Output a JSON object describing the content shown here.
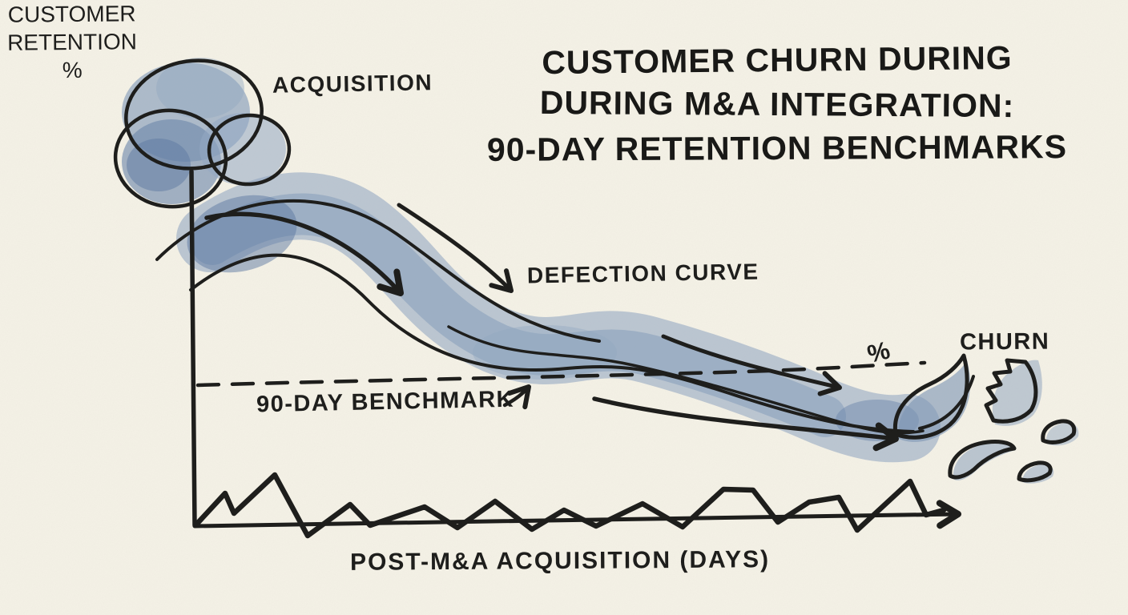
{
  "palette": {
    "background": "#f4f1e6",
    "ink": "#1e1e1c",
    "watercolor_mid": "#8298b7",
    "watercolor_dark": "#5d7aa2",
    "watercolor_light": "#aebfd2"
  },
  "title": {
    "lines": [
      "CUSTOMER CHURN DURING",
      "DURING M&A INTEGRATION:",
      "90-DAY RETENTION BENCHMARKS"
    ]
  },
  "cloud": {
    "label": "ACQUISITION"
  },
  "y_axis": {
    "label_lines": [
      "CUSTOMER",
      "RETENTION",
      "%"
    ]
  },
  "x_axis": {
    "label": "POST-M&A ACQUISITION (DAYS)"
  },
  "curve": {
    "label": "DEFECTION CURVE"
  },
  "benchmark": {
    "label": "90-DAY BENCHMARK",
    "percent_marker": "%"
  },
  "churn": {
    "label": "CHURN"
  },
  "chart_data": {
    "type": "line",
    "title": "CUSTOMER CHURN DURING DURING M&A INTEGRATION: 90-DAY RETENTION BENCHMARKS",
    "xlabel": "POST-M&A ACQUISITION (DAYS)",
    "ylabel": "CUSTOMER RETENTION %",
    "xlim_days": [
      0,
      90
    ],
    "ylim": [
      0,
      100
    ],
    "grid": false,
    "legend_position": "none",
    "style": "hand-drawn watercolor sketch",
    "series": [
      {
        "name": "DEFECTION CURVE",
        "style": "watercolor-band",
        "x_days": [
          1,
          16,
          28,
          37,
          47,
          56,
          65,
          75,
          82
        ],
        "retention_pct": [
          82,
          85,
          61,
          50,
          51,
          45,
          39,
          31,
          27
        ]
      }
    ],
    "benchmark_line": {
      "label": "90-DAY BENCHMARK",
      "value_pct": 42,
      "style": "dashed"
    },
    "annotations": [
      {
        "text": "ACQUISITION",
        "target": "start cloud at top of y-axis"
      },
      {
        "text": "DEFECTION CURVE",
        "target": "descending watercolor band"
      },
      {
        "text": "90-DAY BENCHMARK",
        "target": "dashed horizontal line"
      },
      {
        "text": "%",
        "target": "right end of dashed benchmark line"
      },
      {
        "text": "CHURN",
        "target": "shattered fragments at curve end"
      }
    ],
    "decorations": [
      "volatility zigzag along x-axis",
      "flow arrows along defection band",
      "broken shard fragments at lower right"
    ]
  }
}
